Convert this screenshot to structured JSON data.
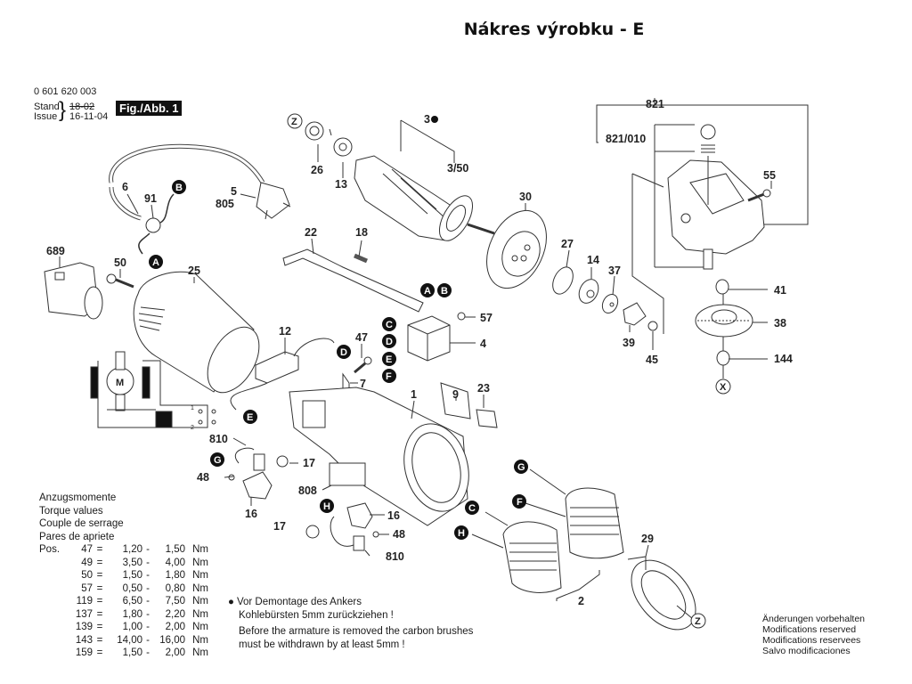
{
  "title": "Nákres výrobku - E",
  "header": {
    "part_number": "0 601 620 003",
    "stand_label": "Stand",
    "issue_label": "Issue",
    "stand_value_struck": "18-02",
    "issue_value": "16-11-04",
    "figure_label": "Fig./Abb. 1"
  },
  "torque": {
    "headings": [
      "Anzugsmomente",
      "Torque values",
      "Couple de serrage",
      "Pares de apriete"
    ],
    "pos_label": "Pos.",
    "rows": [
      {
        "pos": "47",
        "min": "1,20",
        "max": "1,50",
        "unit": "Nm"
      },
      {
        "pos": "49",
        "min": "3,50",
        "max": "4,00",
        "unit": "Nm"
      },
      {
        "pos": "50",
        "min": "1,50",
        "max": "1,80",
        "unit": "Nm"
      },
      {
        "pos": "57",
        "min": "0,50",
        "max": "0,80",
        "unit": "Nm"
      },
      {
        "pos": "119",
        "min": "6,50",
        "max": "7,50",
        "unit": "Nm"
      },
      {
        "pos": "137",
        "min": "1,80",
        "max": "2,20",
        "unit": "Nm"
      },
      {
        "pos": "139",
        "min": "1,00",
        "max": "2,00",
        "unit": "Nm"
      },
      {
        "pos": "143",
        "min": "14,00",
        "max": "16,00",
        "unit": "Nm"
      },
      {
        "pos": "159",
        "min": "1,50",
        "max": "2,00",
        "unit": "Nm"
      }
    ]
  },
  "armature_note": {
    "bullet": "●",
    "de_line1": "Vor Demontage des Ankers",
    "de_line2": "Kohlebürsten 5mm zurückziehen !",
    "en_line1": "Before the armature is removed the carbon brushes",
    "en_line2": "must be withdrawn by at least 5mm !"
  },
  "disclaimer": [
    "Änderungen vorbehalten",
    "Modifications reserved",
    "Modifications reservees",
    "Salvo modificaciones"
  ],
  "part_labels": {
    "p3": "3",
    "p3_50": "3/50",
    "p26": "26",
    "p13": "13",
    "p30": "30",
    "p27": "27",
    "p14": "14",
    "p37": "37",
    "p39": "39",
    "p45": "45",
    "p821": "821",
    "p821_010": "821/010",
    "p55": "55",
    "p41": "41",
    "p38": "38",
    "p144": "144",
    "p6": "6",
    "p91": "91",
    "p5": "5",
    "p805": "805",
    "p689": "689",
    "p50": "50",
    "p25": "25",
    "p22": "22",
    "p18": "18",
    "p57": "57",
    "p4": "4",
    "p12": "12",
    "p47": "47",
    "p7": "7",
    "p9": "9",
    "p23": "23",
    "p1": "1",
    "p810a": "810",
    "p17a": "17",
    "p48a": "48",
    "p16a": "16",
    "p808": "808",
    "p17b": "17",
    "p16b": "16",
    "p48b": "48",
    "p810b": "810",
    "p29": "29",
    "p2": "2"
  },
  "connector_markers": {
    "A": "A",
    "B": "B",
    "C": "C",
    "D": "D",
    "E": "E",
    "F": "F",
    "G": "G",
    "H": "H",
    "X": "X",
    "Z": "Z",
    "M": "M"
  },
  "schematic": {
    "switch_pos_1": "1",
    "switch_pos_2": "2"
  }
}
